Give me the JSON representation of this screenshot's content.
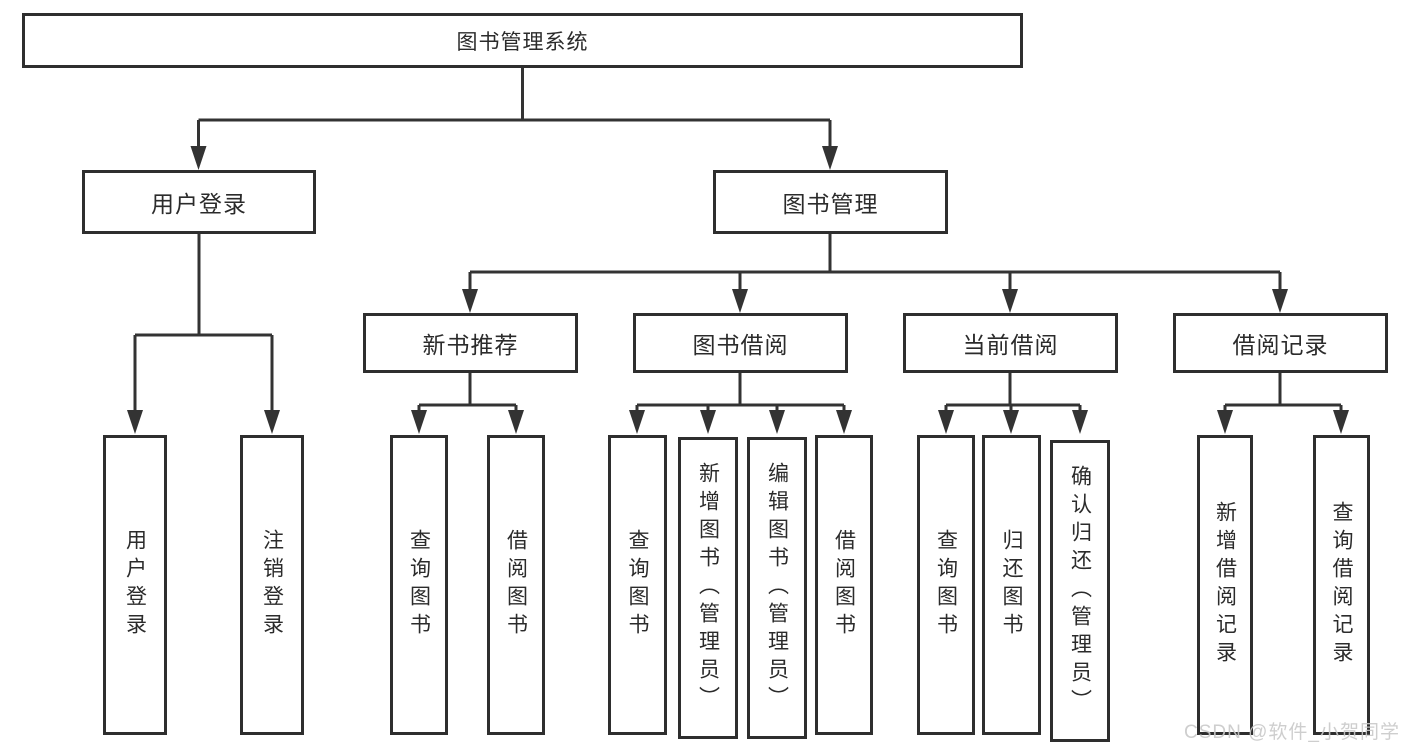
{
  "tree": {
    "root": "图书管理系统",
    "branches": [
      {
        "label": "用户登录",
        "children": [
          "用户登录",
          "注销登录"
        ]
      },
      {
        "label": "图书管理",
        "sections": [
          {
            "label": "新书推荐",
            "children": [
              "查询图书",
              "借阅图书"
            ]
          },
          {
            "label": "图书借阅",
            "children": [
              "查询图书",
              "新增图书（管理员）",
              "编辑图书（管理员）",
              "借阅图书"
            ]
          },
          {
            "label": "当前借阅",
            "children": [
              "查询图书",
              "归还图书",
              "确认归还（管理员）"
            ]
          },
          {
            "label": "借阅记录",
            "children": [
              "新增借阅记录",
              "查询借阅记录"
            ]
          }
        ]
      }
    ]
  },
  "watermark": "CSDN @软件_小贺同学",
  "colors": {
    "line": "#333333",
    "box_border": "#2e2e2e",
    "text": "#2b2b2b",
    "watermark": "#c9c9c9",
    "background": "#ffffff"
  }
}
